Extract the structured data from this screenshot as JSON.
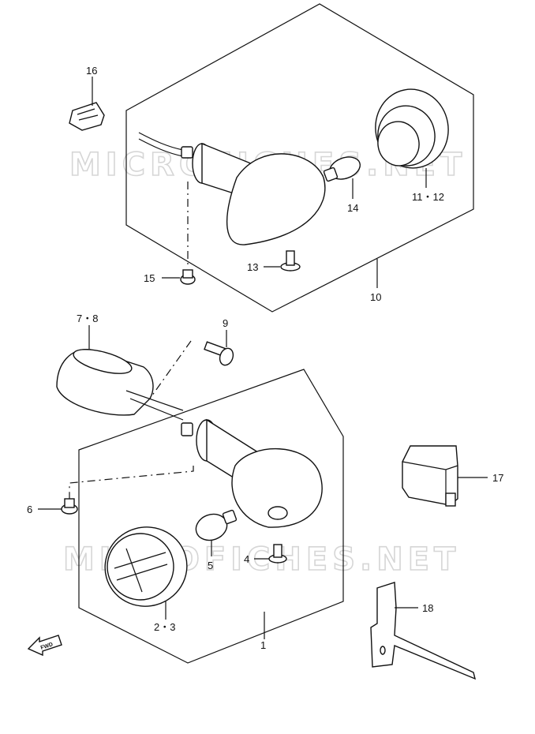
{
  "watermark": "MICROFICHES.NET",
  "callouts": {
    "p16": "16",
    "p14": "14",
    "p11_12": "11・12",
    "p13": "13",
    "p15": "15",
    "p10": "10",
    "p7_8": "7・8",
    "p9": "9",
    "p17": "17",
    "p6": "6",
    "p5": "5",
    "p4": "4",
    "p18": "18",
    "p2_3": "2・3",
    "p1": "1"
  },
  "fwd_label": "FWD"
}
